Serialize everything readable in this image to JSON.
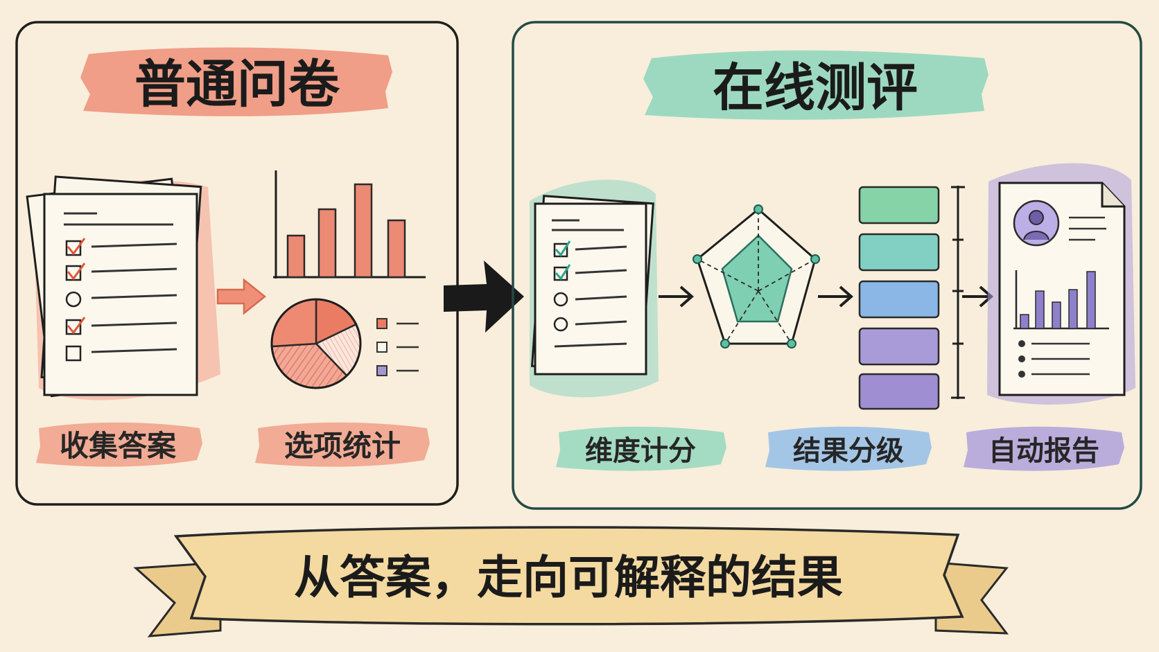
{
  "left_panel": {
    "title": "普通问卷",
    "steps": [
      "收集答案",
      "选项统计"
    ]
  },
  "right_panel": {
    "title": "在线测评",
    "steps": [
      "维度计分",
      "结果分级",
      "自动报告"
    ]
  },
  "banner": {
    "text": "从答案，走向可解释的结果"
  },
  "colors": {
    "background": "#f8eedb",
    "coral": "#ee8b72",
    "teal": "#7fd1b6",
    "blue": "#89b8e8",
    "purple": "#a898d4",
    "banner": "#f4d9a0",
    "ink": "#1b1b1b"
  },
  "icons": [
    "questionnaire-stack-icon",
    "bar-chart-icon",
    "pie-chart-icon",
    "legend-icon",
    "big-arrow-icon",
    "radar-chart-icon",
    "grade-levels-icon",
    "report-document-icon",
    "avatar-icon"
  ]
}
